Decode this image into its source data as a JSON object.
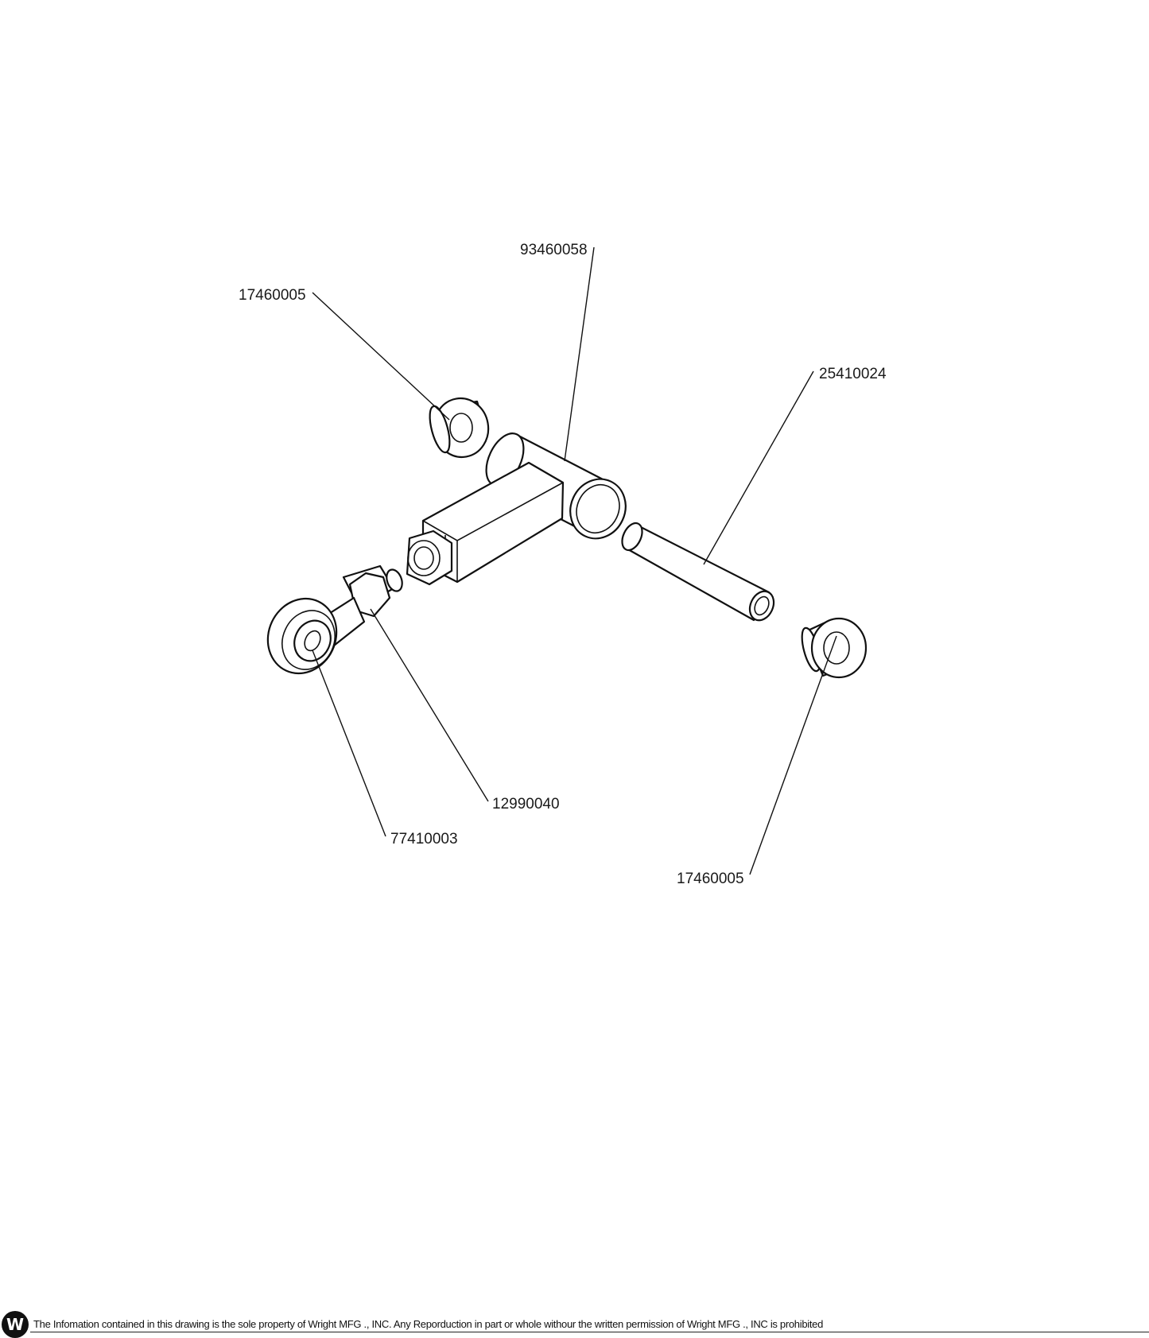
{
  "callouts": {
    "tee_arm": "93460058",
    "bushing_top": "17460005",
    "pin": "25410024",
    "jam_nut": "12990040",
    "rod_end": "77410003",
    "bushing_bottom": "17460005"
  },
  "footer": {
    "logo_letter": "W",
    "notice": "The Infomation contained in this drawing is the sole property of Wright MFG ., INC. Any Reporduction in part or whole withour the written permission of Wright MFG ., INC is prohibited"
  }
}
